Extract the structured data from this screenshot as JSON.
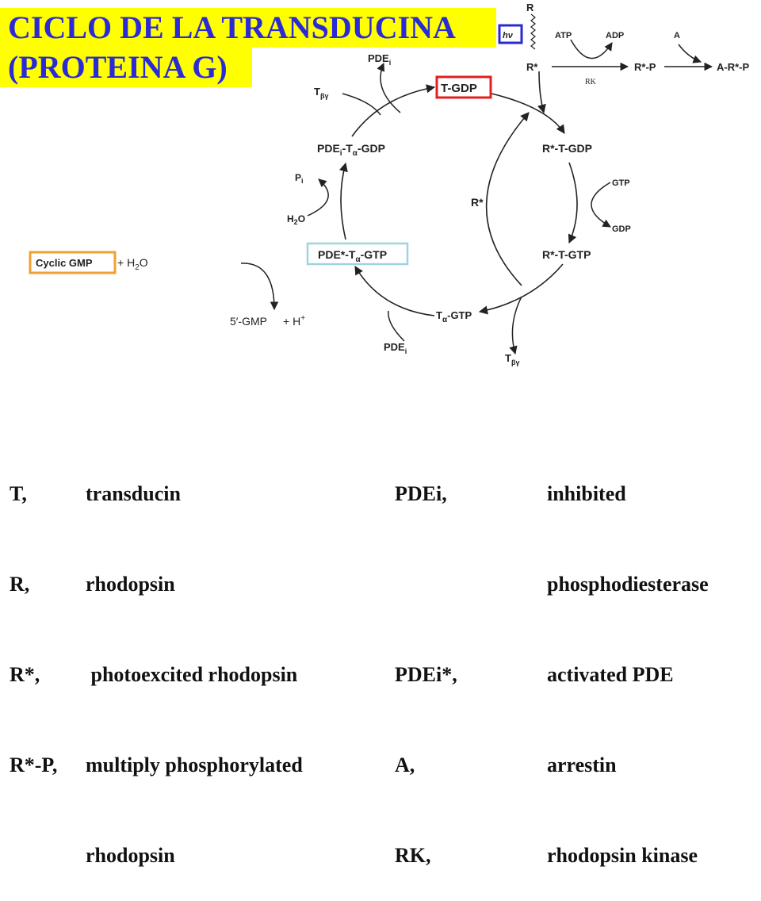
{
  "title": {
    "line1": "CICLO DE LA TRANSDUCINA",
    "line2": "(PROTEINA G)"
  },
  "diagram": {
    "nodes": {
      "t_gdp": "T-GDP",
      "r_star_t_gdp": "R*-T-GDP",
      "r_star_t_gtp": "R*-T-GTP",
      "t_alpha_gtp": "T",
      "t_alpha_gtp_suffix": "-GTP",
      "pde_star_t_alpha_gtp": "PDE*-T",
      "pde_star_t_alpha_gtp_suffix": "-GTP",
      "pdei_t_alpha_gdp": "PDE",
      "pdei_t_alpha_gdp_mid": "-T",
      "pdei_t_alpha_gdp_suffix": "-GDP",
      "r_star_center": "R*"
    },
    "side_labels": {
      "pdei_top": "PDE",
      "t_beta_gamma_top": "T",
      "gtp_in": "GTP",
      "gdp_out": "GDP",
      "pdei_bottom": "PDE",
      "t_beta_gamma_bottom": "T",
      "pi": "P",
      "h2o_left": "H",
      "h2o_left_suffix": "O"
    },
    "subscripts": {
      "i": "i",
      "alpha": "α",
      "beta_gamma": "βγ",
      "two": "2"
    },
    "rhodopsin": {
      "r": "R",
      "hv": "hν",
      "r_star": "R*",
      "atp": "ATP",
      "adp": "ADP",
      "a": "A",
      "r_star_p": "R*-P",
      "a_r_star_p": "A-R*-P",
      "rk": "RK"
    },
    "gmp": {
      "cyclic_gmp": "Cyclic GMP",
      "plus_h2o": "+ H",
      "h2o_suffix": "O",
      "five_gmp": "5′-GMP",
      "plus_h": "+ H",
      "h_sup": "+"
    },
    "highlight_colors": {
      "t_gdp_box": "#e02020",
      "hv_box": "#2a2ad0",
      "cyclic_gmp_box": "#f0a030",
      "pde_box": "#9fd4de"
    }
  },
  "legend": {
    "col1": [
      "T,",
      "R,",
      "R*,",
      "R*-P,",
      ""
    ],
    "col2": [
      "transducin",
      "rhodopsin",
      " photoexcited rhodopsin",
      "multiply phosphorylated",
      "rhodopsin"
    ],
    "col3": [
      "PDEi,",
      "",
      "PDEi*,",
      "A,",
      "RK,"
    ],
    "col4": [
      "inhibited",
      "phosphodiesterase",
      "activated PDE",
      "arrestin",
      "rhodopsin kinase"
    ]
  },
  "colors": {
    "title_bg": "#ffff00",
    "title_text": "#2b2bd6",
    "diagram_ink": "#222222"
  }
}
